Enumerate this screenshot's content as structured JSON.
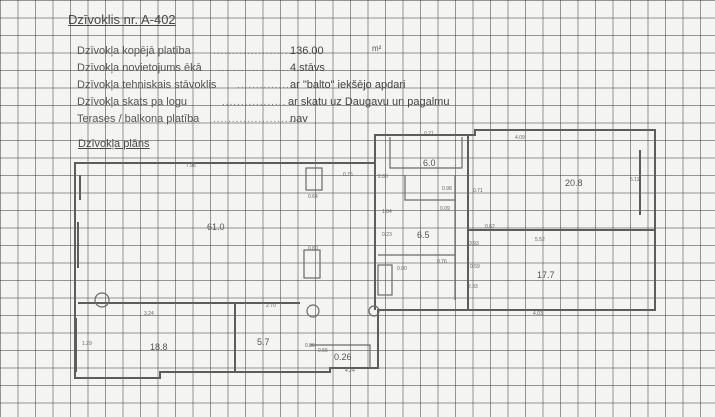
{
  "title": "Dzīvoklis nr. A-402",
  "specs": [
    {
      "label": "Dzīvokļa kopējā platība",
      "value": "136.00",
      "unit": "m²"
    },
    {
      "label": "Dzīvokļa novietojums ēkā",
      "value": "4.stāvs"
    },
    {
      "label": "Dzīvokļa tehniskais stāvoklis",
      "value": "ar \"balto\" iekšējo apdari"
    },
    {
      "label": "Dzīvokļa skats pa logu",
      "value": "ar skatu uz Daugavu un pagalmu"
    },
    {
      "label": "Terases / balkona platība",
      "value": "nav"
    }
  ],
  "plan_heading": "Dzīvokļa plāns",
  "rooms": [
    {
      "id": "living",
      "area": "61.0"
    },
    {
      "id": "bath-top",
      "area": "6.0"
    },
    {
      "id": "hall",
      "area": "6.5"
    },
    {
      "id": "bedroom-1",
      "area": "20.8"
    },
    {
      "id": "bedroom-2",
      "area": "17.7"
    },
    {
      "id": "kitchen",
      "area": "18.8"
    },
    {
      "id": "room-small",
      "area": "5.7"
    },
    {
      "id": "entry",
      "area": "0.26"
    }
  ],
  "dimensions": [
    "7.96",
    "0.75",
    "0.64",
    "0.21",
    "0.98",
    "2.80",
    "1.84",
    "0.23",
    "4.09",
    "0.09",
    "0.71",
    "0.62",
    "5.52",
    "3.93",
    "0.80",
    "0.76",
    "0.59",
    "0.90",
    "2.33",
    "4.03",
    "3.24",
    "2.70",
    "0.86",
    "0.55",
    "4.24",
    "1.29",
    "5.11"
  ]
}
